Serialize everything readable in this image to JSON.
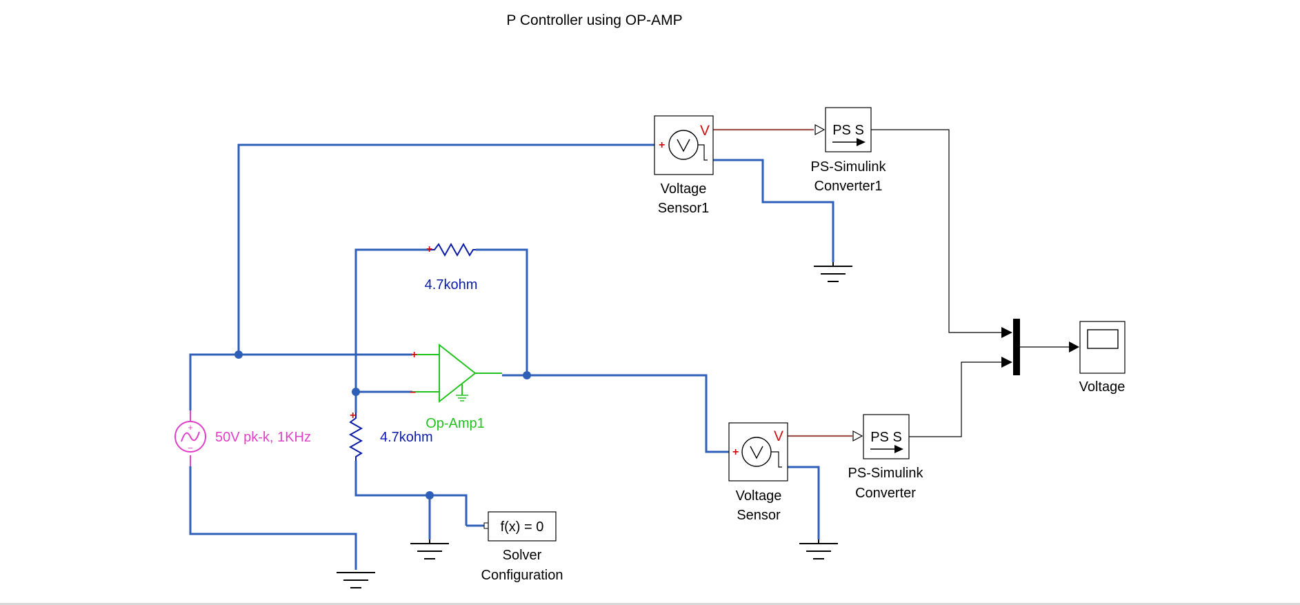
{
  "title": "P Controller using OP-AMP",
  "colors": {
    "wire": "#2d5fb8",
    "signal": "#000000",
    "physical_signal": "#a0504a",
    "opamp": "#21c21e",
    "source": "#e040c8",
    "resistor": "#0a1aa8",
    "port_marker": "#d01010"
  },
  "blocks": {
    "source_label": "50V pk-k, 1KHz",
    "resistor_feedback_label": "4.7kohm",
    "resistor_input_label": "4.7kohm",
    "opamp_label": "Op-Amp1",
    "solver_text": "f(x) = 0",
    "solver_label_line1": "Solver",
    "solver_label_line2": "Configuration",
    "sensor1_label_line1": "Voltage",
    "sensor1_label_line2": "Sensor1",
    "sensor_label_line1": "Voltage",
    "sensor_label_line2": "Sensor",
    "sensor_v": "V",
    "converter_text": "PS S",
    "converter1_label_line1": "PS-Simulink",
    "converter1_label_line2": "Converter1",
    "converter_label_line1": "PS-Simulink",
    "converter_label_line2": "Converter",
    "scope_label": "Voltage",
    "plus": "+",
    "minus": "−"
  },
  "icons": [
    "ground-icon",
    "voltmeter-icon",
    "sine-source-icon",
    "resistor-icon",
    "opamp-icon",
    "scope-icon",
    "mux-icon",
    "arrow-icon"
  ]
}
